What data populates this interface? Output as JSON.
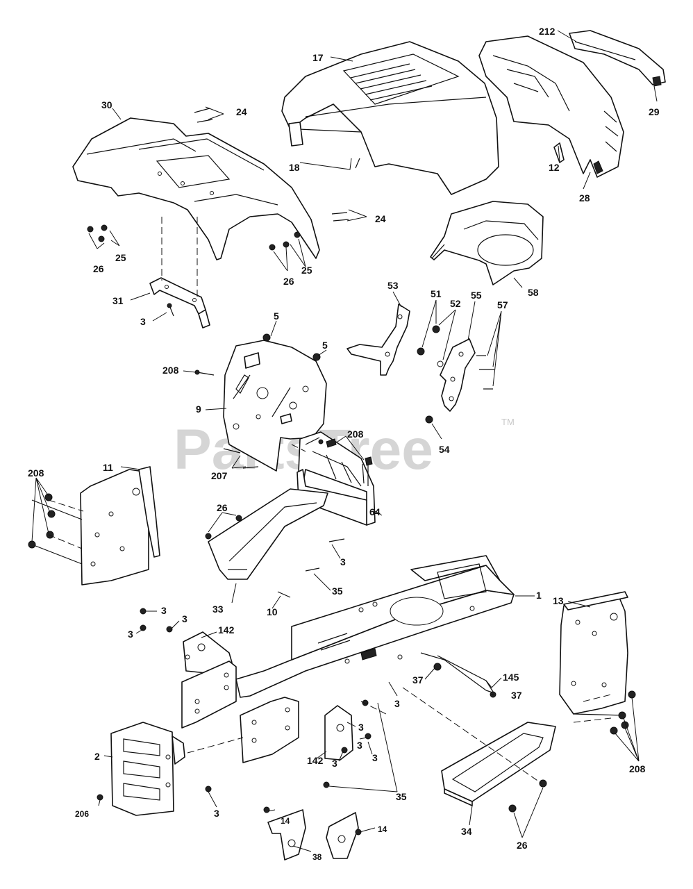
{
  "watermark": {
    "text": "PartsTree",
    "trademark": "TM"
  },
  "callouts": {
    "c1": "1",
    "c2": "2",
    "c3a": "3",
    "c3b": "3",
    "c3c": "3",
    "c3d": "3",
    "c3e": "3",
    "c3f": "3",
    "c3g": "3",
    "c3h": "3",
    "c3i": "3",
    "c3j": "3",
    "c3k": "3",
    "c5a": "5",
    "c5b": "5",
    "c9": "9",
    "c10": "10",
    "c11": "11",
    "c12": "12",
    "c13": "13",
    "c14a": "14",
    "c14b": "14",
    "c17": "17",
    "c18": "18",
    "c24a": "24",
    "c24b": "24",
    "c25a": "25",
    "c25b": "25",
    "c26a": "26",
    "c26b": "26",
    "c26c": "26",
    "c26d": "26",
    "c28": "28",
    "c29": "29",
    "c30": "30",
    "c31": "31",
    "c33": "33",
    "c34": "34",
    "c35a": "35",
    "c35b": "35",
    "c37a": "37",
    "c37b": "37",
    "c38": "38",
    "c51": "51",
    "c52": "52",
    "c53": "53",
    "c54": "54",
    "c55": "55",
    "c57": "57",
    "c58": "58",
    "c64": "64",
    "c142a": "142",
    "c142b": "142",
    "c145": "145",
    "c206": "206",
    "c207": "207",
    "c208a": "208",
    "c208b": "208",
    "c208c": "208",
    "c208d": "208",
    "c212": "212"
  }
}
